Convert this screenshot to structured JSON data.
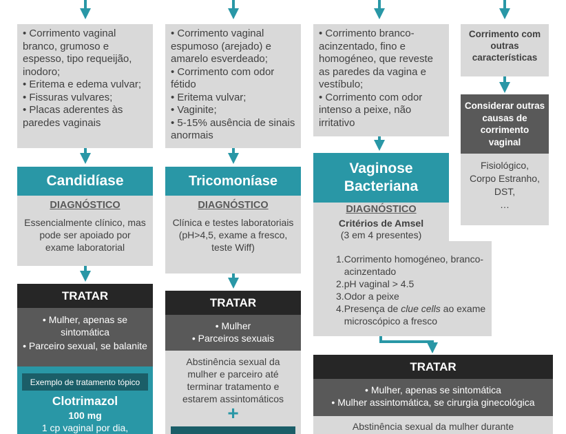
{
  "col1": {
    "symptoms": [
      "Corrimento vaginal branco, grumoso e espesso, tipo requeijão, inodoro;",
      "Eritema e edema vulvar;",
      "Fissuras vulvares;",
      "Placas aderentes às paredes vaginais"
    ],
    "title": "Candidíase",
    "diag_label": "DIAGNÓSTICO",
    "diag_text": "Essencialmente clínico, mas pode ser apoiado por exame laboratorial",
    "tratar": "TRATAR",
    "treat_items": [
      "Mulher, apenas se sintomática",
      "Parceiro sexual, se balanite"
    ],
    "example_label": "Exemplo de tratamento tópico",
    "drug": "Clotrimazol",
    "dose": "100 mg",
    "posology": "1 cp vaginal por dia,"
  },
  "col2": {
    "symptoms": [
      "Corrimento vaginal espumoso (arejado) e amarelo esverdeado;",
      "Corrimento com odor fétido",
      "Eritema vulvar;",
      "Vaginite;",
      "5-15% ausência de sinais anormais"
    ],
    "title": "Tricomoníase",
    "diag_label": "DIAGNÓSTICO",
    "diag_text": "Clínica e testes laboratoriais (pH>4,5, exame a fresco, teste Wiff)",
    "tratar": "TRATAR",
    "treat_items": [
      "Mulher",
      "Parceiros sexuais"
    ],
    "abstinence": "Abstinência sexual da mulher e parceiro até terminar tratamento e estarem assintomáticos",
    "plus": "+"
  },
  "col3": {
    "symptoms": [
      "Corrimento branco-acinzentado, fino e homogéneo, que reveste as paredes da vagina e vestíbulo;",
      "Corrimento com odor intenso a peixe, não irritativo"
    ],
    "title_line1": "Vaginose",
    "title_line2": "Bacteriana",
    "diag_label": "DIAGNÓSTICO",
    "criteria_title": "Critérios de Amsel",
    "criteria_sub": "(3 em 4 presentes)",
    "criteria": [
      {
        "num": "1.",
        "text": "Corrimento homogéneo, branco-acinzentado"
      },
      {
        "num": "2.",
        "text": "pH vaginal > 4.5"
      },
      {
        "num": "3.",
        "text": "Odor a peixe"
      },
      {
        "num": "4.",
        "text_pre": "Presença de ",
        "text_em": "clue cells",
        "text_post": " ao exame microscópico a fresco"
      }
    ],
    "tratar": "TRATAR",
    "treat_items": [
      "Mulher, apenas se sintomática",
      "Mulher assintomática, se cirurgia ginecológica"
    ],
    "abstinence": "Abstinência sexual da mulher durante"
  },
  "col4": {
    "header": "Corrimento com outras características",
    "consider": "Considerar outras causas de corrimento vaginal",
    "causes": [
      "Fisiológico,",
      "Corpo Estranho,",
      "DST,",
      "…"
    ]
  },
  "colors": {
    "teal": "#2997a6",
    "grey": "#d9d9d9",
    "black": "#262626",
    "dark_grey": "#595959"
  }
}
